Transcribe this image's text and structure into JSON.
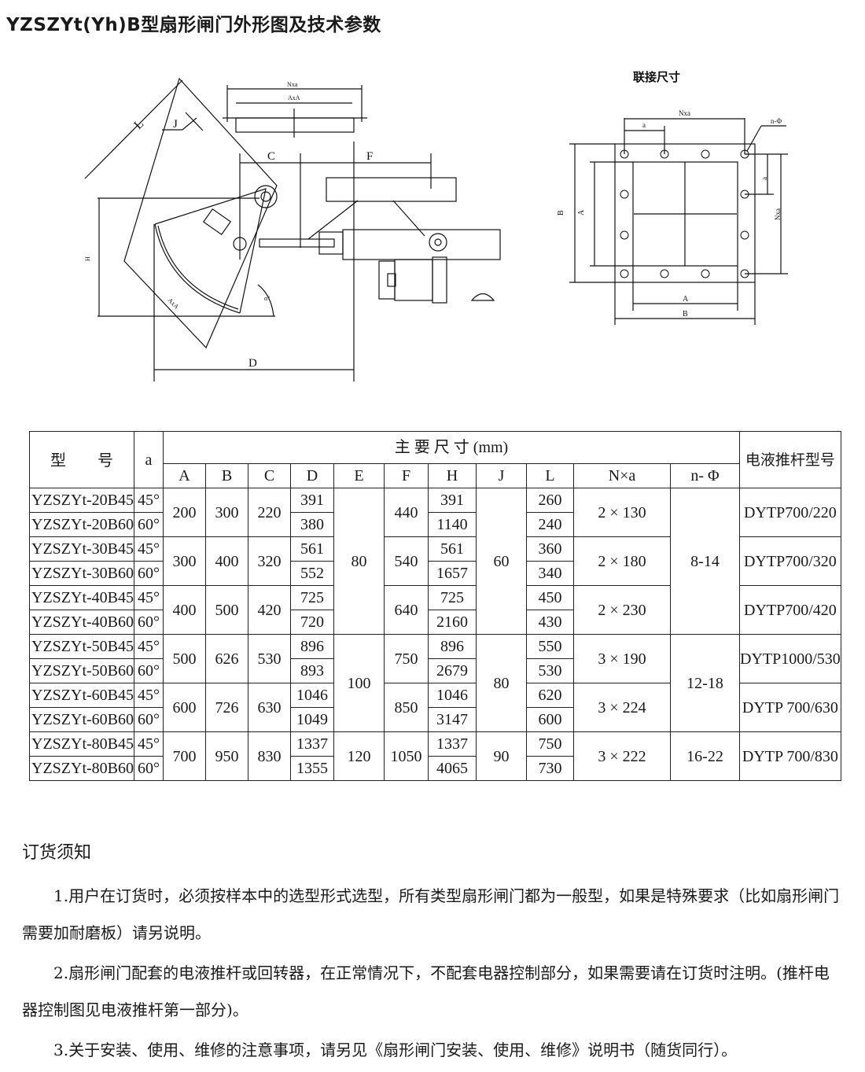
{
  "title": "YZSZYt(Yh)B型扇形闸门外形图及技术参数",
  "drawing": {
    "main_labels": {
      "L": "L",
      "J": "J",
      "C": "C",
      "F": "F",
      "H": "H",
      "D": "D",
      "NxA_top": "Nxa",
      "AxA_top": "AxA",
      "AxA_side": "AxA",
      "alpha": "α°"
    },
    "flange_title": "联接尺寸",
    "flange_labels": {
      "Nxa_top": "Nxa",
      "a_top": "a",
      "n_phi": "n-Φ",
      "B_left": "B",
      "A_left": "A",
      "a_right": "a",
      "Nxa_right": "Nxa",
      "A_bottom": "A",
      "B_bottom": "B"
    }
  },
  "table": {
    "header": {
      "model": "型　　号",
      "a": "a",
      "group": "主 要 尺 寸 (mm)",
      "motor": "电液推杆型号",
      "cols": [
        "A",
        "B",
        "C",
        "D",
        "E",
        "F",
        "H",
        "J",
        "L",
        "N×a",
        "n- Φ"
      ]
    },
    "rows": [
      {
        "model": "YZSZYt-20B45",
        "a": "45°",
        "D": "391",
        "H": "391",
        "L": "260"
      },
      {
        "model": "YZSZYt-20B60",
        "a": "60°",
        "D": "380",
        "H": "1140",
        "L": "240"
      },
      {
        "model": "YZSZYt-30B45",
        "a": "45°",
        "D": "561",
        "H": "561",
        "L": "360"
      },
      {
        "model": "YZSZYt-30B60",
        "a": "60°",
        "D": "552",
        "H": "1657",
        "L": "340"
      },
      {
        "model": "YZSZYt-40B45",
        "a": "45°",
        "D": "725",
        "H": "725",
        "L": "450"
      },
      {
        "model": "YZSZYt-40B60",
        "a": "60°",
        "D": "720",
        "H": "2160",
        "L": "430"
      },
      {
        "model": "YZSZYt-50B45",
        "a": "45°",
        "D": "896",
        "H": "896",
        "L": "550"
      },
      {
        "model": "YZSZYt-50B60",
        "a": "60°",
        "D": "893",
        "H": "2679",
        "L": "530"
      },
      {
        "model": "YZSZYt-60B45",
        "a": "45°",
        "D": "1046",
        "H": "1046",
        "L": "620"
      },
      {
        "model": "YZSZYt-60B60",
        "a": "60°",
        "D": "1049",
        "H": "3147",
        "L": "600"
      },
      {
        "model": "YZSZYt-80B45",
        "a": "45°",
        "D": "1337",
        "H": "1337",
        "L": "750"
      },
      {
        "model": "YZSZYt-80B60",
        "a": "60°",
        "D": "1355",
        "H": "4065",
        "L": "730"
      }
    ],
    "pairs": [
      {
        "A": "200",
        "B": "300",
        "C": "220",
        "F": "440",
        "Nxa": "2 × 130",
        "motor": "DYTP700/220"
      },
      {
        "A": "300",
        "B": "400",
        "C": "320",
        "F": "540",
        "Nxa": "2 × 180",
        "motor": "DYTP700/320"
      },
      {
        "A": "400",
        "B": "500",
        "C": "420",
        "F": "640",
        "Nxa": "2 × 230",
        "motor": "DYTP700/420"
      },
      {
        "A": "500",
        "B": "626",
        "C": "530",
        "F": "750",
        "Nxa": "3 × 190",
        "motor": "DYTP1000/530"
      },
      {
        "A": "600",
        "B": "726",
        "C": "630",
        "F": "850",
        "Nxa": "3 × 224",
        "motor": "DYTP 700/630"
      },
      {
        "A": "700",
        "B": "950",
        "C": "830",
        "F": "1050",
        "Nxa": "3 × 222",
        "motor": "DYTP 700/830"
      }
    ],
    "groups": [
      {
        "rows": 6,
        "E": "80",
        "J": "60",
        "nphi": "8-14"
      },
      {
        "rows": 4,
        "E": "100",
        "J": "80",
        "nphi": "12-18"
      },
      {
        "rows": 2,
        "E": "120",
        "J": "90",
        "nphi": "16-22"
      }
    ]
  },
  "notes": {
    "heading": "订货须知",
    "items": [
      "1.用户在订货时，必须按样本中的选型形式选型，所有类型扇形闸门都为一般型，如果是特殊要求（比如扇形闸门需要加耐磨板）请另说明。",
      "2.扇形闸门配套的电液推杆或回转器，在正常情况下，不配套电器控制部分，如果需要请在订货时注明。(推杆电器控制图见电液推杆第一部分)。",
      "3.关于安装、使用、维修的注意事项，请另见《扇形闸门安装、使用、维修》说明书（随货同行）。"
    ]
  }
}
